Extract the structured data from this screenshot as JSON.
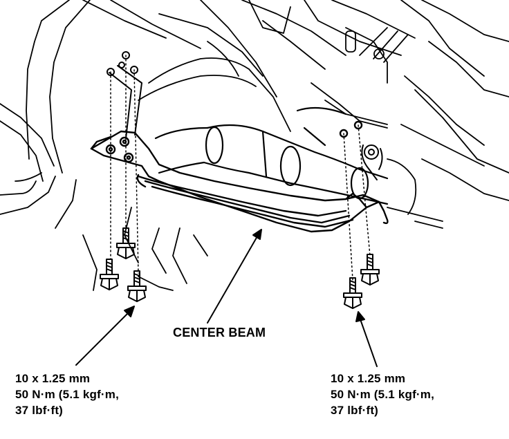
{
  "diagram": {
    "center_beam_label": "CENTER BEAM",
    "left_spec": {
      "size": "10 x 1.25 mm",
      "torque_nm": "50 N·m (5.1 kgf·m,",
      "torque_lbf": "37 lbf·ft)"
    },
    "right_spec": {
      "size": "10 x 1.25 mm",
      "torque_nm": "50 N·m (5.1 kgf·m,",
      "torque_lbf": "37 lbf·ft)"
    }
  }
}
